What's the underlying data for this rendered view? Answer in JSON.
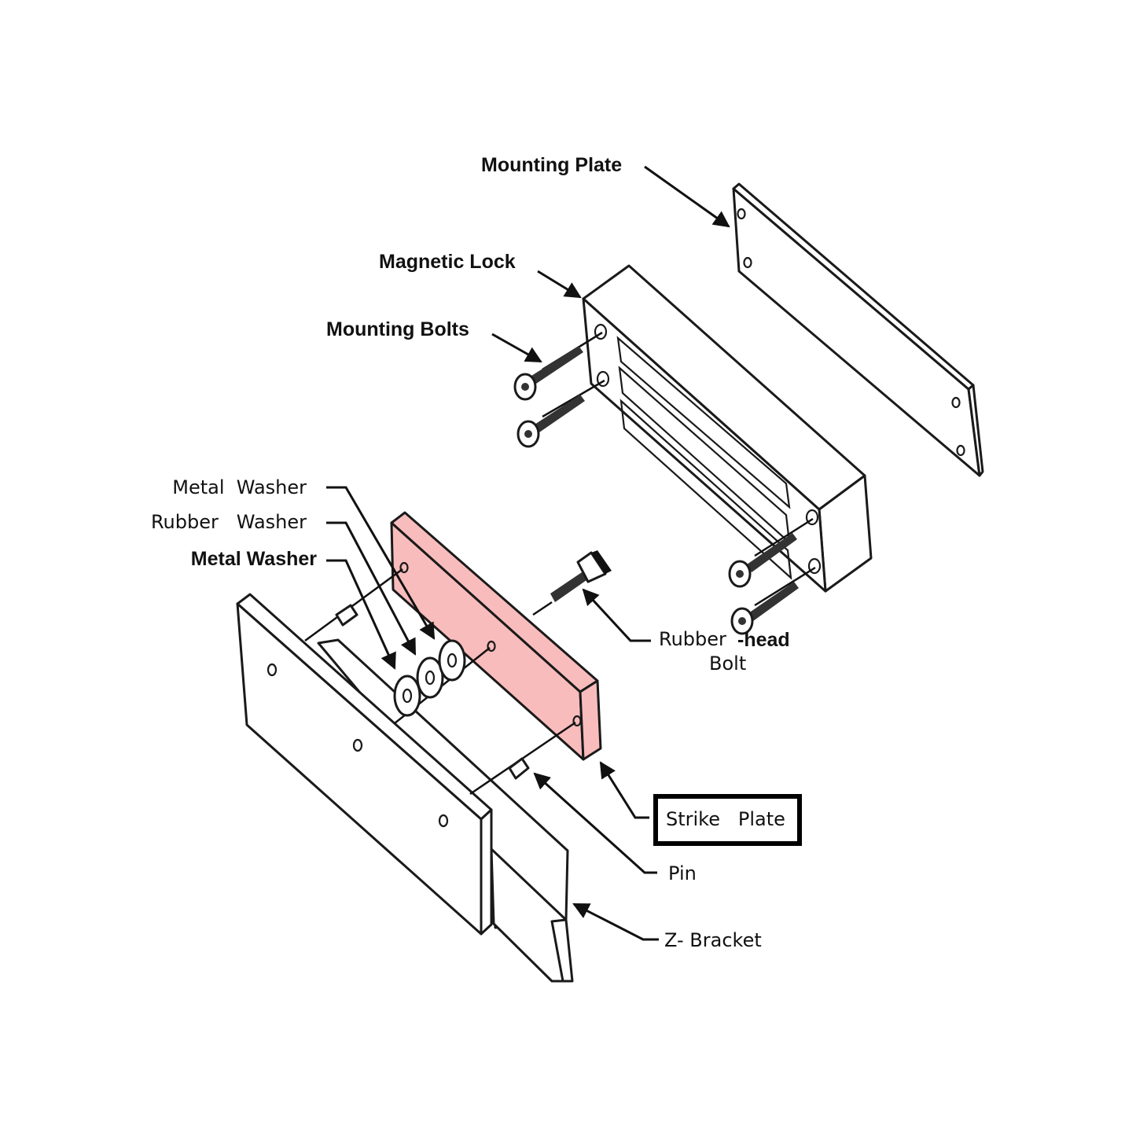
{
  "labels": {
    "mounting_plate": "Mounting Plate",
    "magnetic_lock": "Magnetic Lock",
    "mounting_bolts": "Mounting Bolts",
    "metal_washer_1": "Metal  Washer",
    "rubber_washer": "Rubber   Washer",
    "metal_washer_2": "Metal Washer",
    "rubber_head_1": "Rubber",
    "rubber_head_2": "-head",
    "rubber_head_3": "Bolt",
    "strike_plate": "Strike   Plate",
    "pin": "Pin",
    "z_bracket": "Z- Bracket"
  },
  "colors": {
    "strike_plate_fill": "#f9bcbc",
    "line": "#1a1a1a"
  }
}
